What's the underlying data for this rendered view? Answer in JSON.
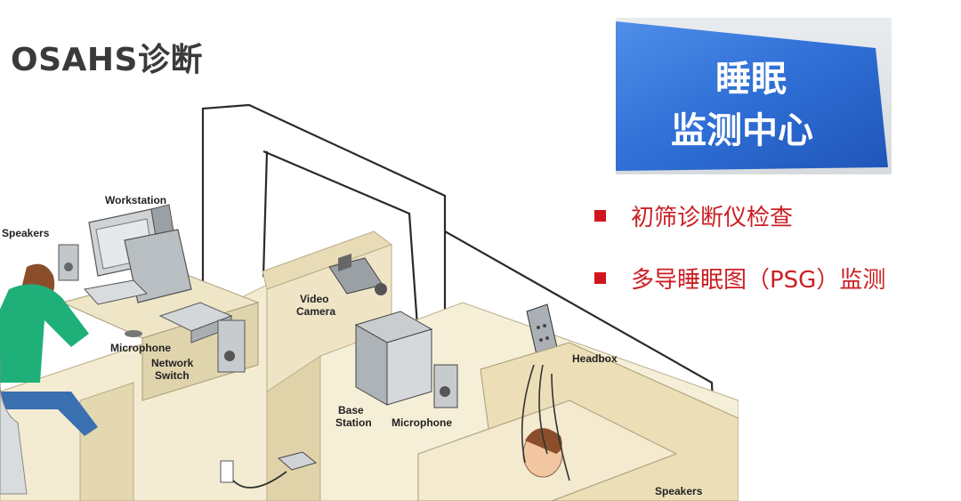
{
  "title": "OSAHS诊断",
  "sign": {
    "line1": "睡眠",
    "line2": "监测中心"
  },
  "bullets": [
    {
      "text": "初筛诊断仪检查"
    },
    {
      "text": "多导睡眠图（PSG）监测"
    }
  ],
  "diagram_labels": {
    "workstation": "Workstation",
    "speakers_left": "Speakers",
    "microphone_left": "Microphone",
    "network_switch_1": "Network",
    "network_switch_2": "Switch",
    "video_camera_1": "Video",
    "video_camera_2": "Camera",
    "base_station_1": "Base",
    "base_station_2": "Station",
    "microphone_right": "Microphone",
    "headbox": "Headbox",
    "speakers_right": "Speakers"
  },
  "colors": {
    "bullet_red": "#cc1f24",
    "sign_blue": "#2f6fd6",
    "title_gray": "#3a3a3a"
  }
}
